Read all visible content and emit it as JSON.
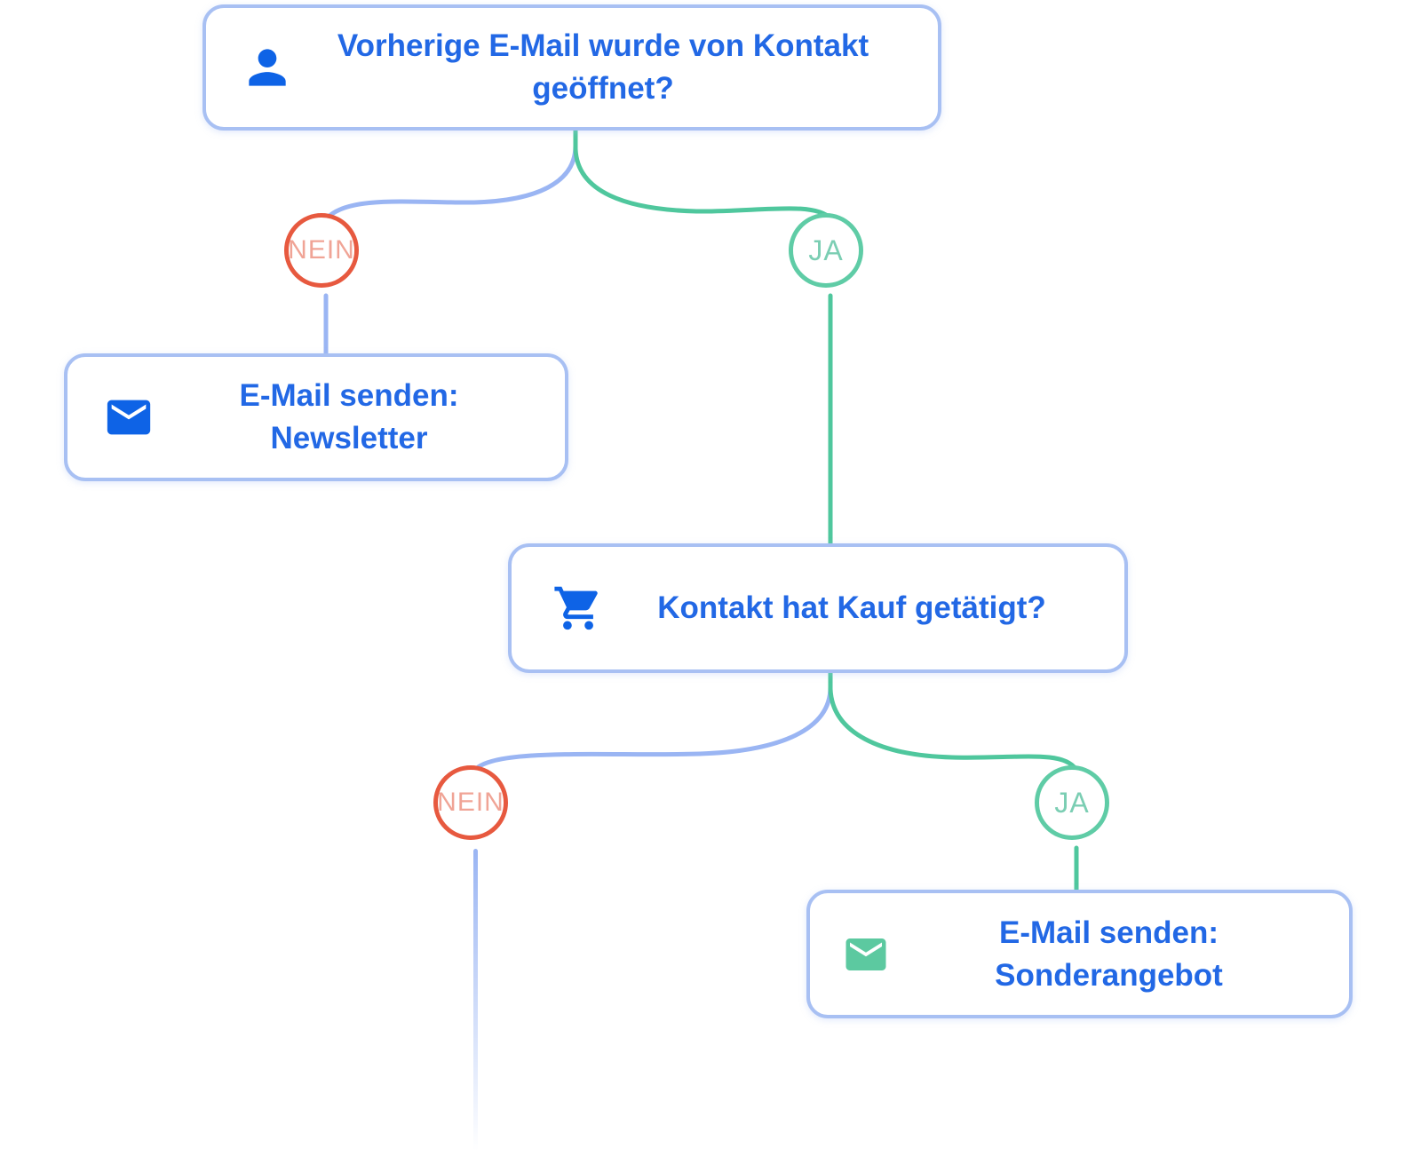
{
  "diagram": {
    "type": "email-automation-flowchart",
    "nodes": {
      "open_question": {
        "line1": "Vorherige E-Mail wurde von Kontakt",
        "line2": "geöffnet?",
        "icon": "person-icon"
      },
      "newsletter": {
        "line1": "E-Mail senden:",
        "line2": "Newsletter",
        "icon": "email-icon"
      },
      "purchase_question": {
        "line1": "Kontakt hat Kauf getätigt?",
        "icon": "shopping-cart-icon"
      },
      "special_offer": {
        "line1": "E-Mail senden:",
        "line2": "Sonderangebot",
        "icon": "email-icon"
      }
    },
    "branch_labels": {
      "level1_no": "NEIN",
      "level1_yes": "JA",
      "level2_no": "NEIN",
      "level2_yes": "JA"
    }
  },
  "colors": {
    "node_border": "#a8c0f3",
    "node_text": "#2268e5",
    "icon_blue": "#0e63e6",
    "icon_green": "#5cc9a0",
    "line_blue": "#9ab5f3",
    "line_green": "#4fc79d",
    "no_border": "#e7593f",
    "no_text": "#f0a496",
    "yes_border": "#5fcca6",
    "yes_text": "#7bceb3",
    "background": "#ffffff"
  }
}
